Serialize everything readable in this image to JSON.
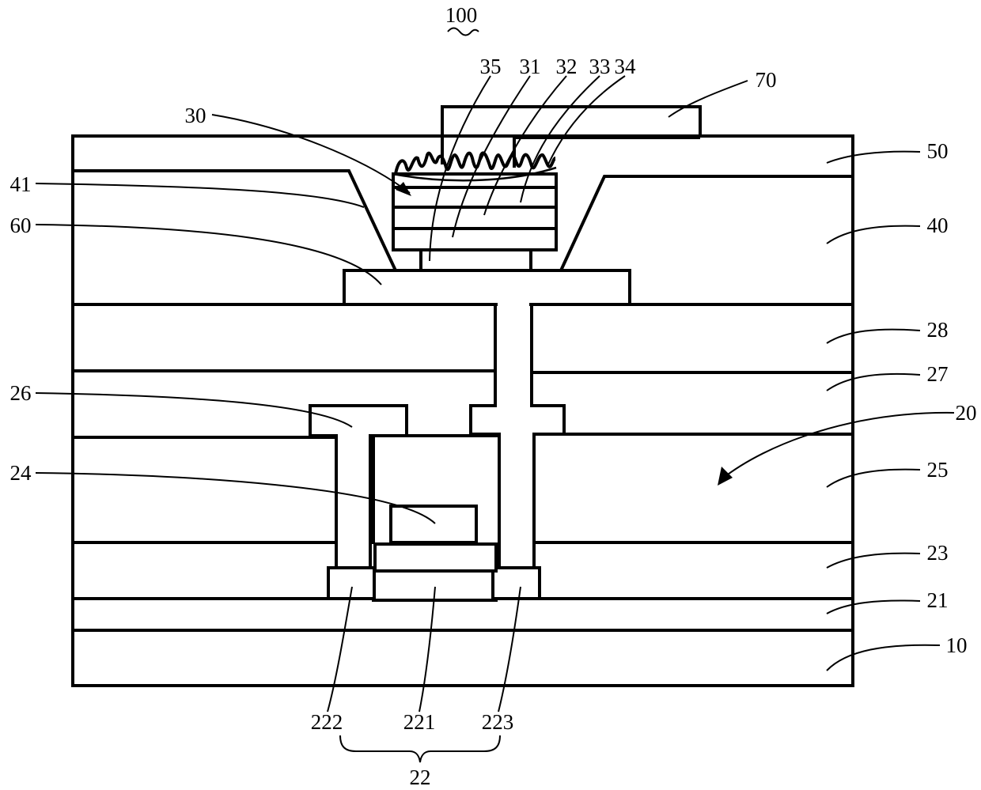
{
  "figure_label": "100",
  "labels": {
    "l10": "10",
    "l20": "20",
    "l21": "21",
    "l22": "22",
    "l221": "221",
    "l222": "222",
    "l223": "223",
    "l23": "23",
    "l24": "24",
    "l25": "25",
    "l26": "26",
    "l27": "27",
    "l28": "28",
    "l30": "30",
    "l31": "31",
    "l32": "32",
    "l33": "33",
    "l34": "34",
    "l35": "35",
    "l40": "40",
    "l41": "41",
    "l50": "50",
    "l60": "60",
    "l70": "70"
  }
}
